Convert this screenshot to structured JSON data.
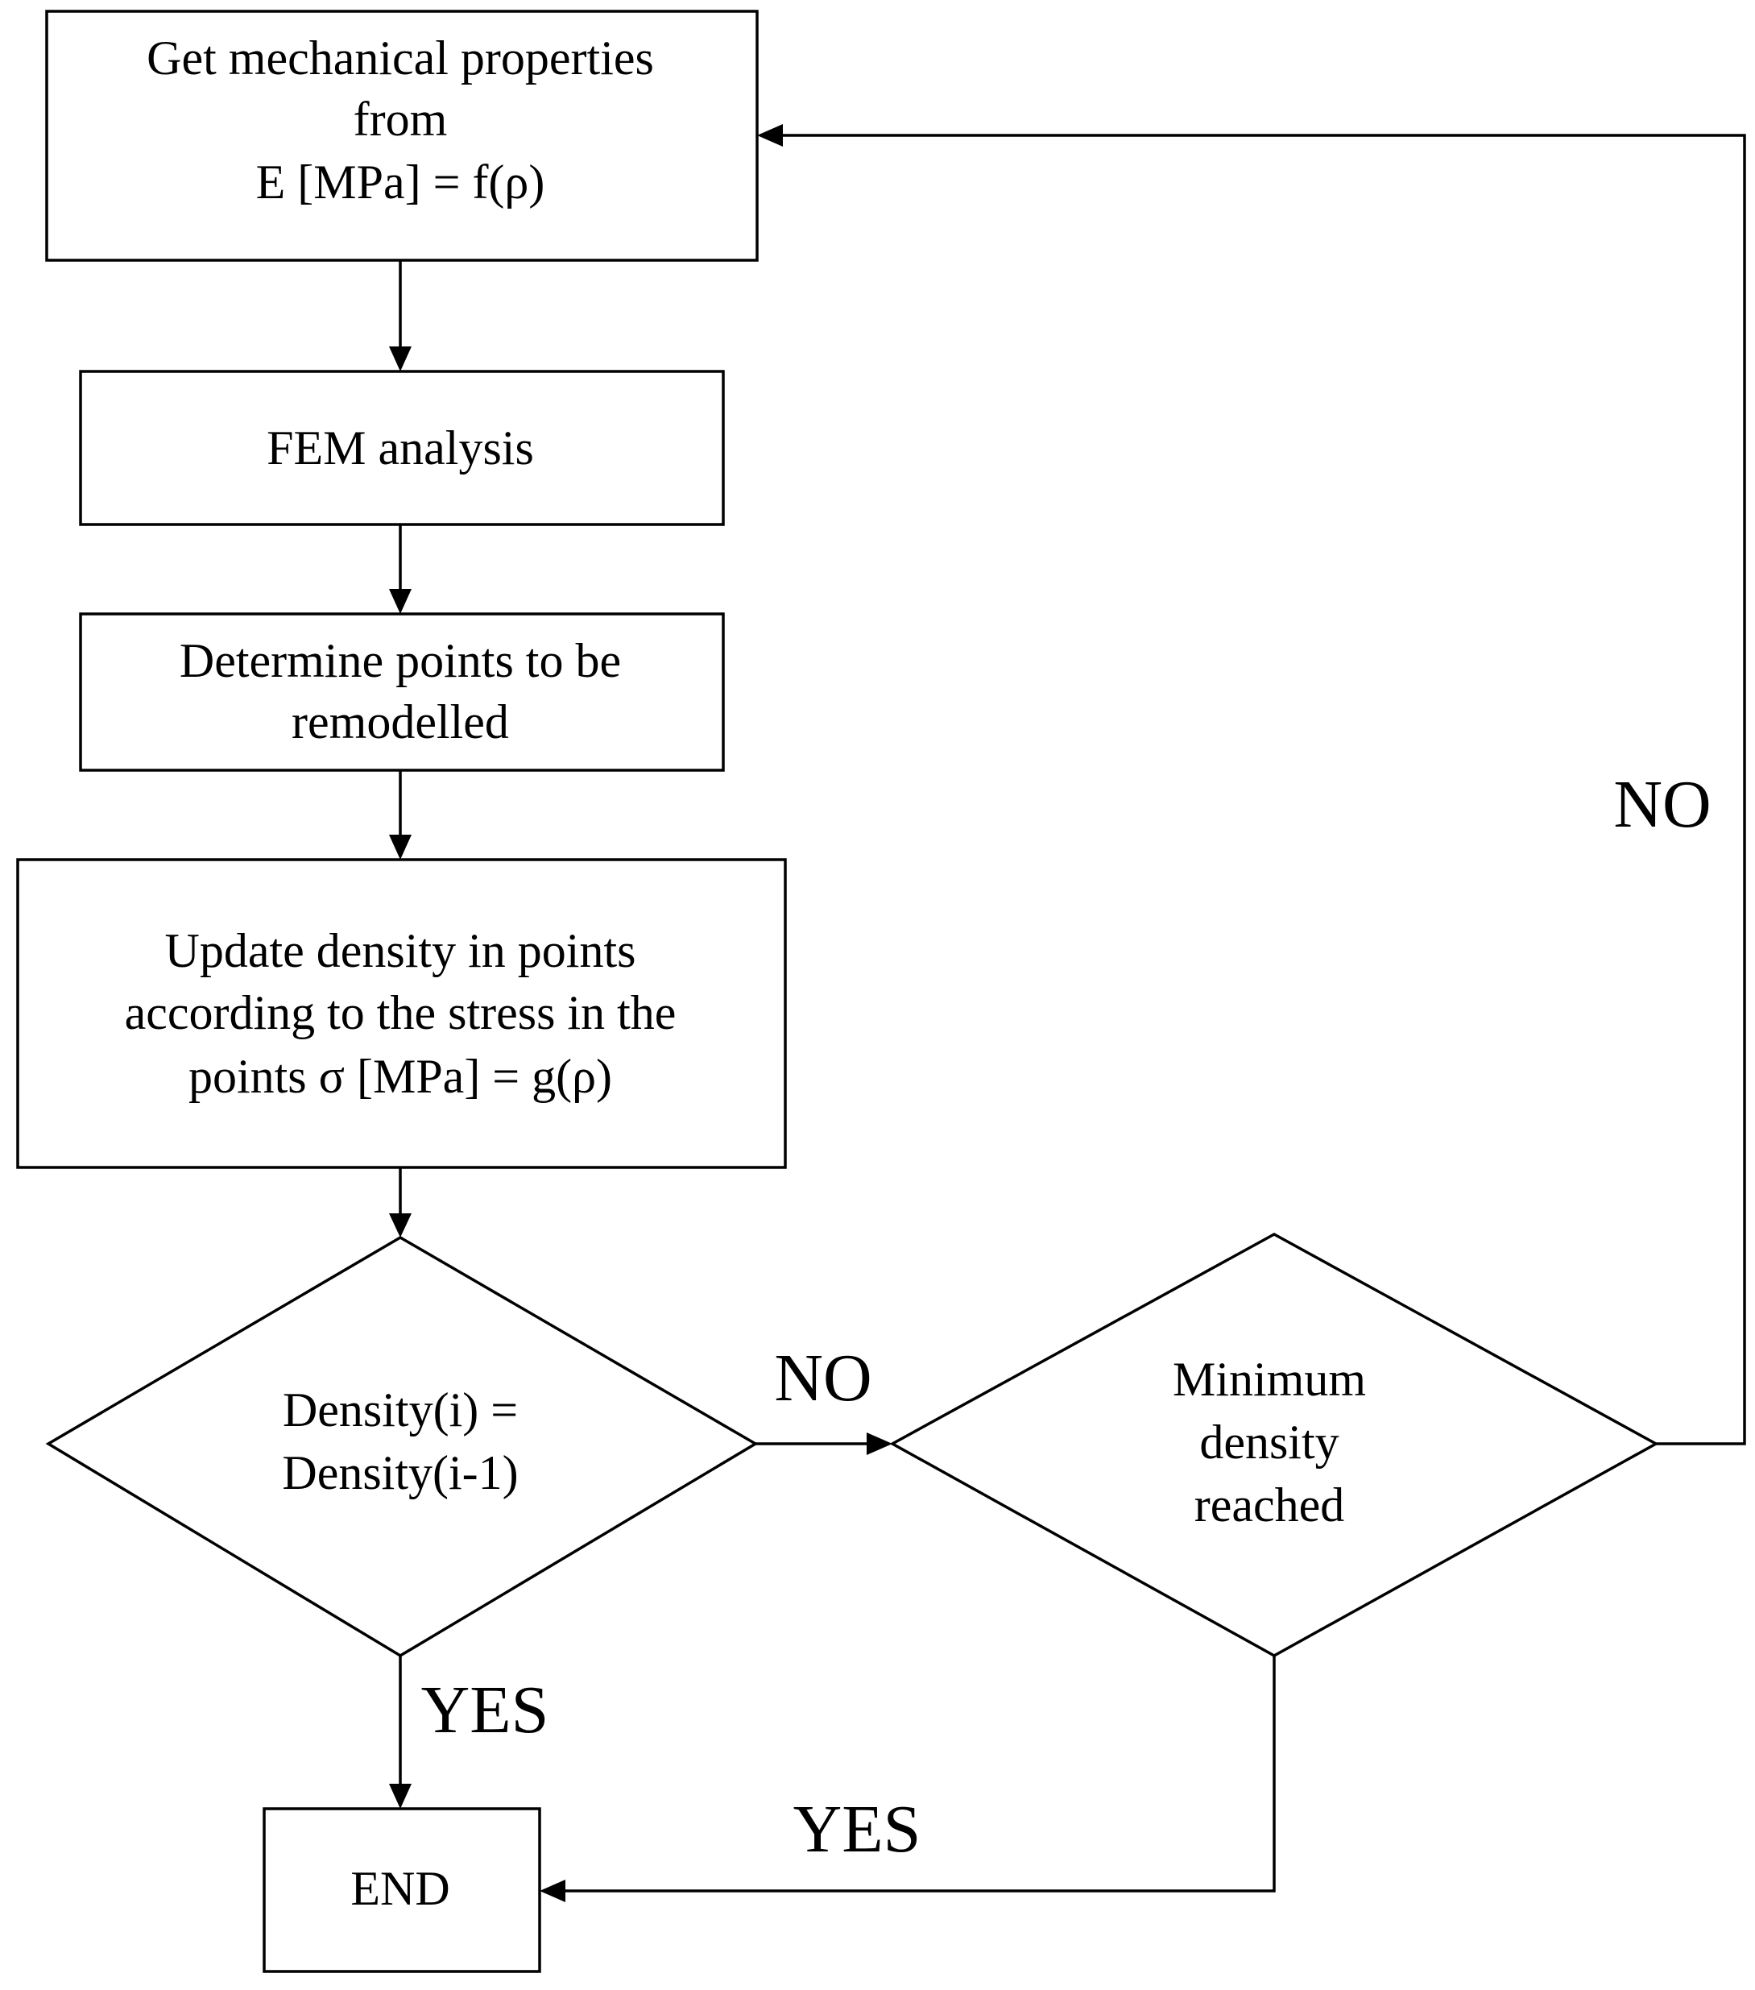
{
  "nodes": {
    "get_properties": {
      "lines": [
        "Get mechanical properties",
        "from",
        "E [MPa] = f(ρ)"
      ]
    },
    "fem_analysis": {
      "lines": [
        "FEM analysis"
      ]
    },
    "determine_points": {
      "lines": [
        "Determine points to be",
        "remodelled"
      ]
    },
    "update_density": {
      "lines": [
        "Update density in points",
        "according to the stress in the",
        "points σ [MPa] = g(ρ)"
      ]
    },
    "density_check": {
      "lines": [
        "Density(i) =",
        "Density(i-1)"
      ]
    },
    "minimum_density": {
      "lines": [
        "Minimum",
        "density",
        "reached"
      ]
    },
    "end": {
      "lines": [
        "END"
      ]
    }
  },
  "edge_labels": {
    "density_check_no": "NO",
    "density_check_yes": "YES",
    "minimum_density_no": "NO",
    "minimum_density_yes": "YES"
  }
}
